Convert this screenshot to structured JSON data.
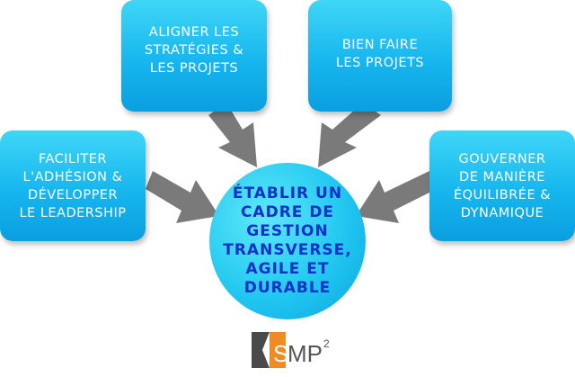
{
  "boxes": {
    "top_left": "ALIGNER LES\nSTRATÉGIES &\nLES PROJETS",
    "top_right": "BIEN FAIRE\nLES PROJETS",
    "left": "FACILITER\nL'ADHÉSION &\nDÉVELOPPER\nLE LEADERSHIP",
    "right": "GOUVERNER\nDE MANIÈRE\nÉQUILIBRÉE &\nDYNAMIQUE"
  },
  "center": "ÉTABLIR UN\nCADRE DE\nGESTION\nTRANSVERSE,\nAGILE ET\nDURABLE",
  "logo": {
    "text": "SMP",
    "superscript": "2"
  },
  "colors": {
    "box": "#16b6ee",
    "center_text": "#1330c8",
    "arrow": "#7a7a7a",
    "logo_orange": "#f08a24",
    "logo_gray": "#4a4a4a"
  }
}
